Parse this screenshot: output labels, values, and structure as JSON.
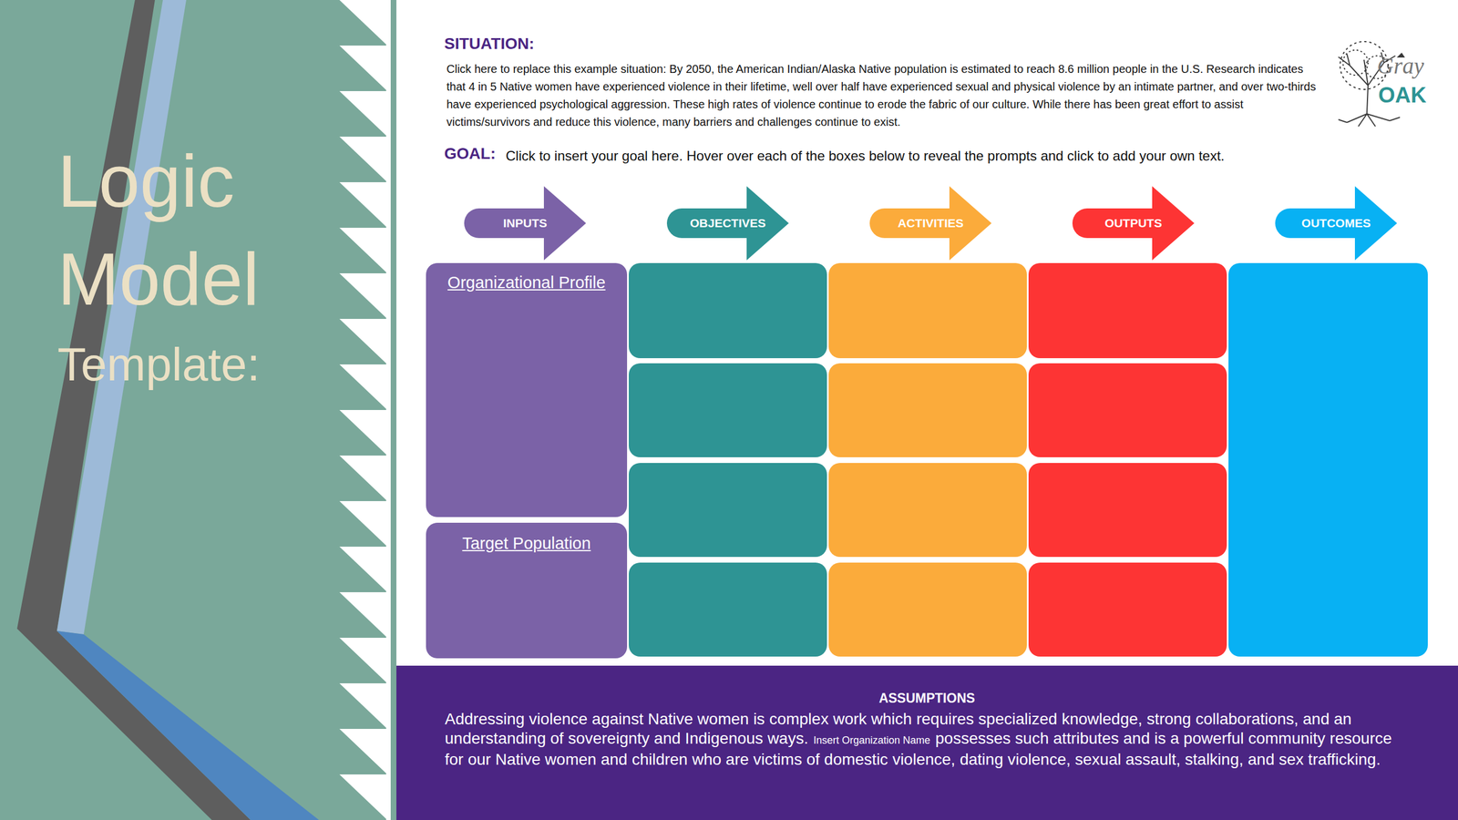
{
  "diagram": {
    "title": "Logic Model",
    "nodes": [
      {
        "text": [
          "INPUTS"
        ]
      },
      {
        "text": [
          "OBJECTIVES"
        ]
      },
      {
        "text": [
          "ACTIVITIES"
        ]
      },
      {
        "text": [
          "OUTPUTS"
        ]
      },
      {
        "text": [
          "OUTCOMES"
        ]
      },
      {
        "text": [
          "Organizational Profile"
        ]
      },
      {
        "text": [
          "Target Population"
        ]
      },
      {
        "text": [
          "ASSUMPTIONS",
          "Addressing violence against Native women is complex work which requires specialized knowledge, strong collaborations, and an understanding of sovereignty and Indigenous ways.",
          "Insert Organization Name",
          "possesses such attributes and is a powerful community resource for our Native women and children who are victims of domestic violence, dating violence, sexual assault, stalking, and sex trafficking."
        ]
      }
    ],
    "labels": [
      "Template:",
      "SITUATION:",
      "Click here to replace this example situation: By 2050, the American Indian/Alaska Native population is estimated to reach 8.6 million people in the U.S. Research indicates that 4 in 5 Native women have experienced violence in their lifetime, well over half have experienced sexual and physical violence by an intimate partner, and over two-thirds have experienced psychological aggression. These high rates of violence continue to erode the fabric of our culture. While there has been great effort to assist victims/survivors and reduce this violence, many barriers and challenges continue to exist.",
      "GOAL:",
      "Click to insert your goal here. Hover over each of the boxes below to reveal the prompts and click to add your own text.",
      "Gray",
      "OAK"
    ]
  }
}
